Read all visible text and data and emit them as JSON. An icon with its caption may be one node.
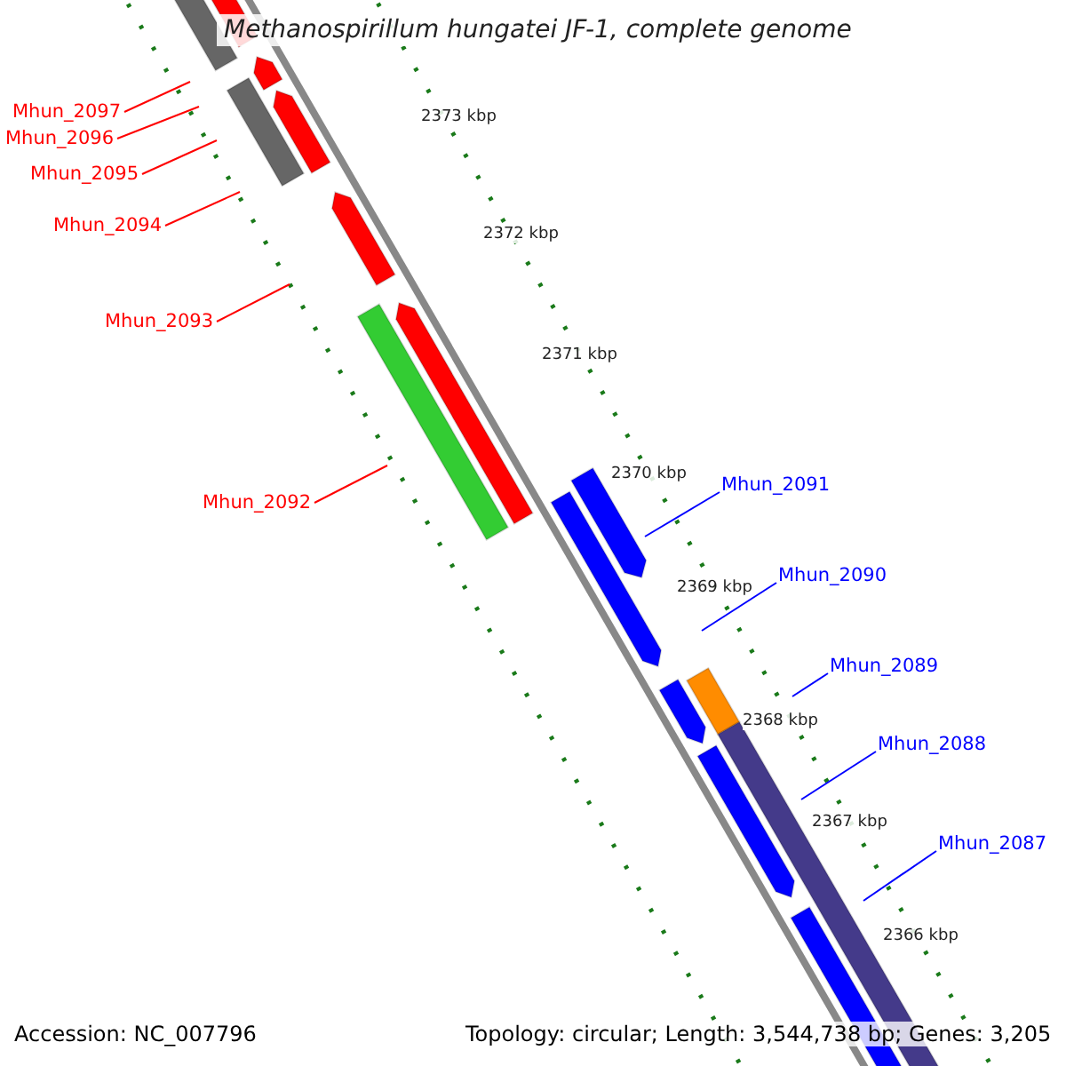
{
  "diagram": {
    "title": "Methanospirillum hungatei JF-1, complete genome",
    "nodes": [
      {
        "text": [
          "Mhun_2097"
        ]
      },
      {
        "text": [
          "Mhun_2096"
        ]
      },
      {
        "text": [
          "Mhun_2095"
        ]
      },
      {
        "text": [
          "Mhun_2094"
        ]
      },
      {
        "text": [
          "Mhun_2093"
        ]
      },
      {
        "text": [
          "Mhun_2092"
        ]
      },
      {
        "text": [
          "Mhun_2091"
        ]
      },
      {
        "text": [
          "Mhun_2090"
        ]
      },
      {
        "text": [
          "Mhun_2089"
        ]
      },
      {
        "text": [
          "Mhun_2088"
        ]
      },
      {
        "text": [
          "Mhun_2087"
        ]
      }
    ],
    "edges": [
      {
        "from": 0,
        "to": null,
        "arrow": "none"
      },
      {
        "from": 1,
        "to": null,
        "arrow": "none"
      },
      {
        "from": 2,
        "to": null,
        "arrow": "none"
      },
      {
        "from": 3,
        "to": null,
        "arrow": "none"
      },
      {
        "from": 4,
        "to": null,
        "arrow": "none"
      },
      {
        "from": 5,
        "to": null,
        "arrow": "none"
      },
      {
        "from": 6,
        "to": null,
        "arrow": "none",
        "color": "#0000ff"
      },
      {
        "from": 7,
        "to": null,
        "arrow": "none",
        "color": "#0000ff"
      },
      {
        "from": 8,
        "to": null,
        "arrow": "none",
        "color": "#0000ff"
      },
      {
        "from": 9,
        "to": null,
        "arrow": "none",
        "color": "#0000ff"
      },
      {
        "from": 10,
        "to": null,
        "arrow": "none",
        "color": "#0000ff"
      }
    ],
    "labels": [
      "2373 kbp",
      "2372 kbp",
      "2371 kbp",
      "2370 kbp",
      "2369 kbp",
      "2368 kbp",
      "2367 kbp",
      "2366 kbp",
      "Accession: NC_007796",
      "Topology: circular; Length: 3,544,738 bp; Genes: 3,205"
    ]
  }
}
